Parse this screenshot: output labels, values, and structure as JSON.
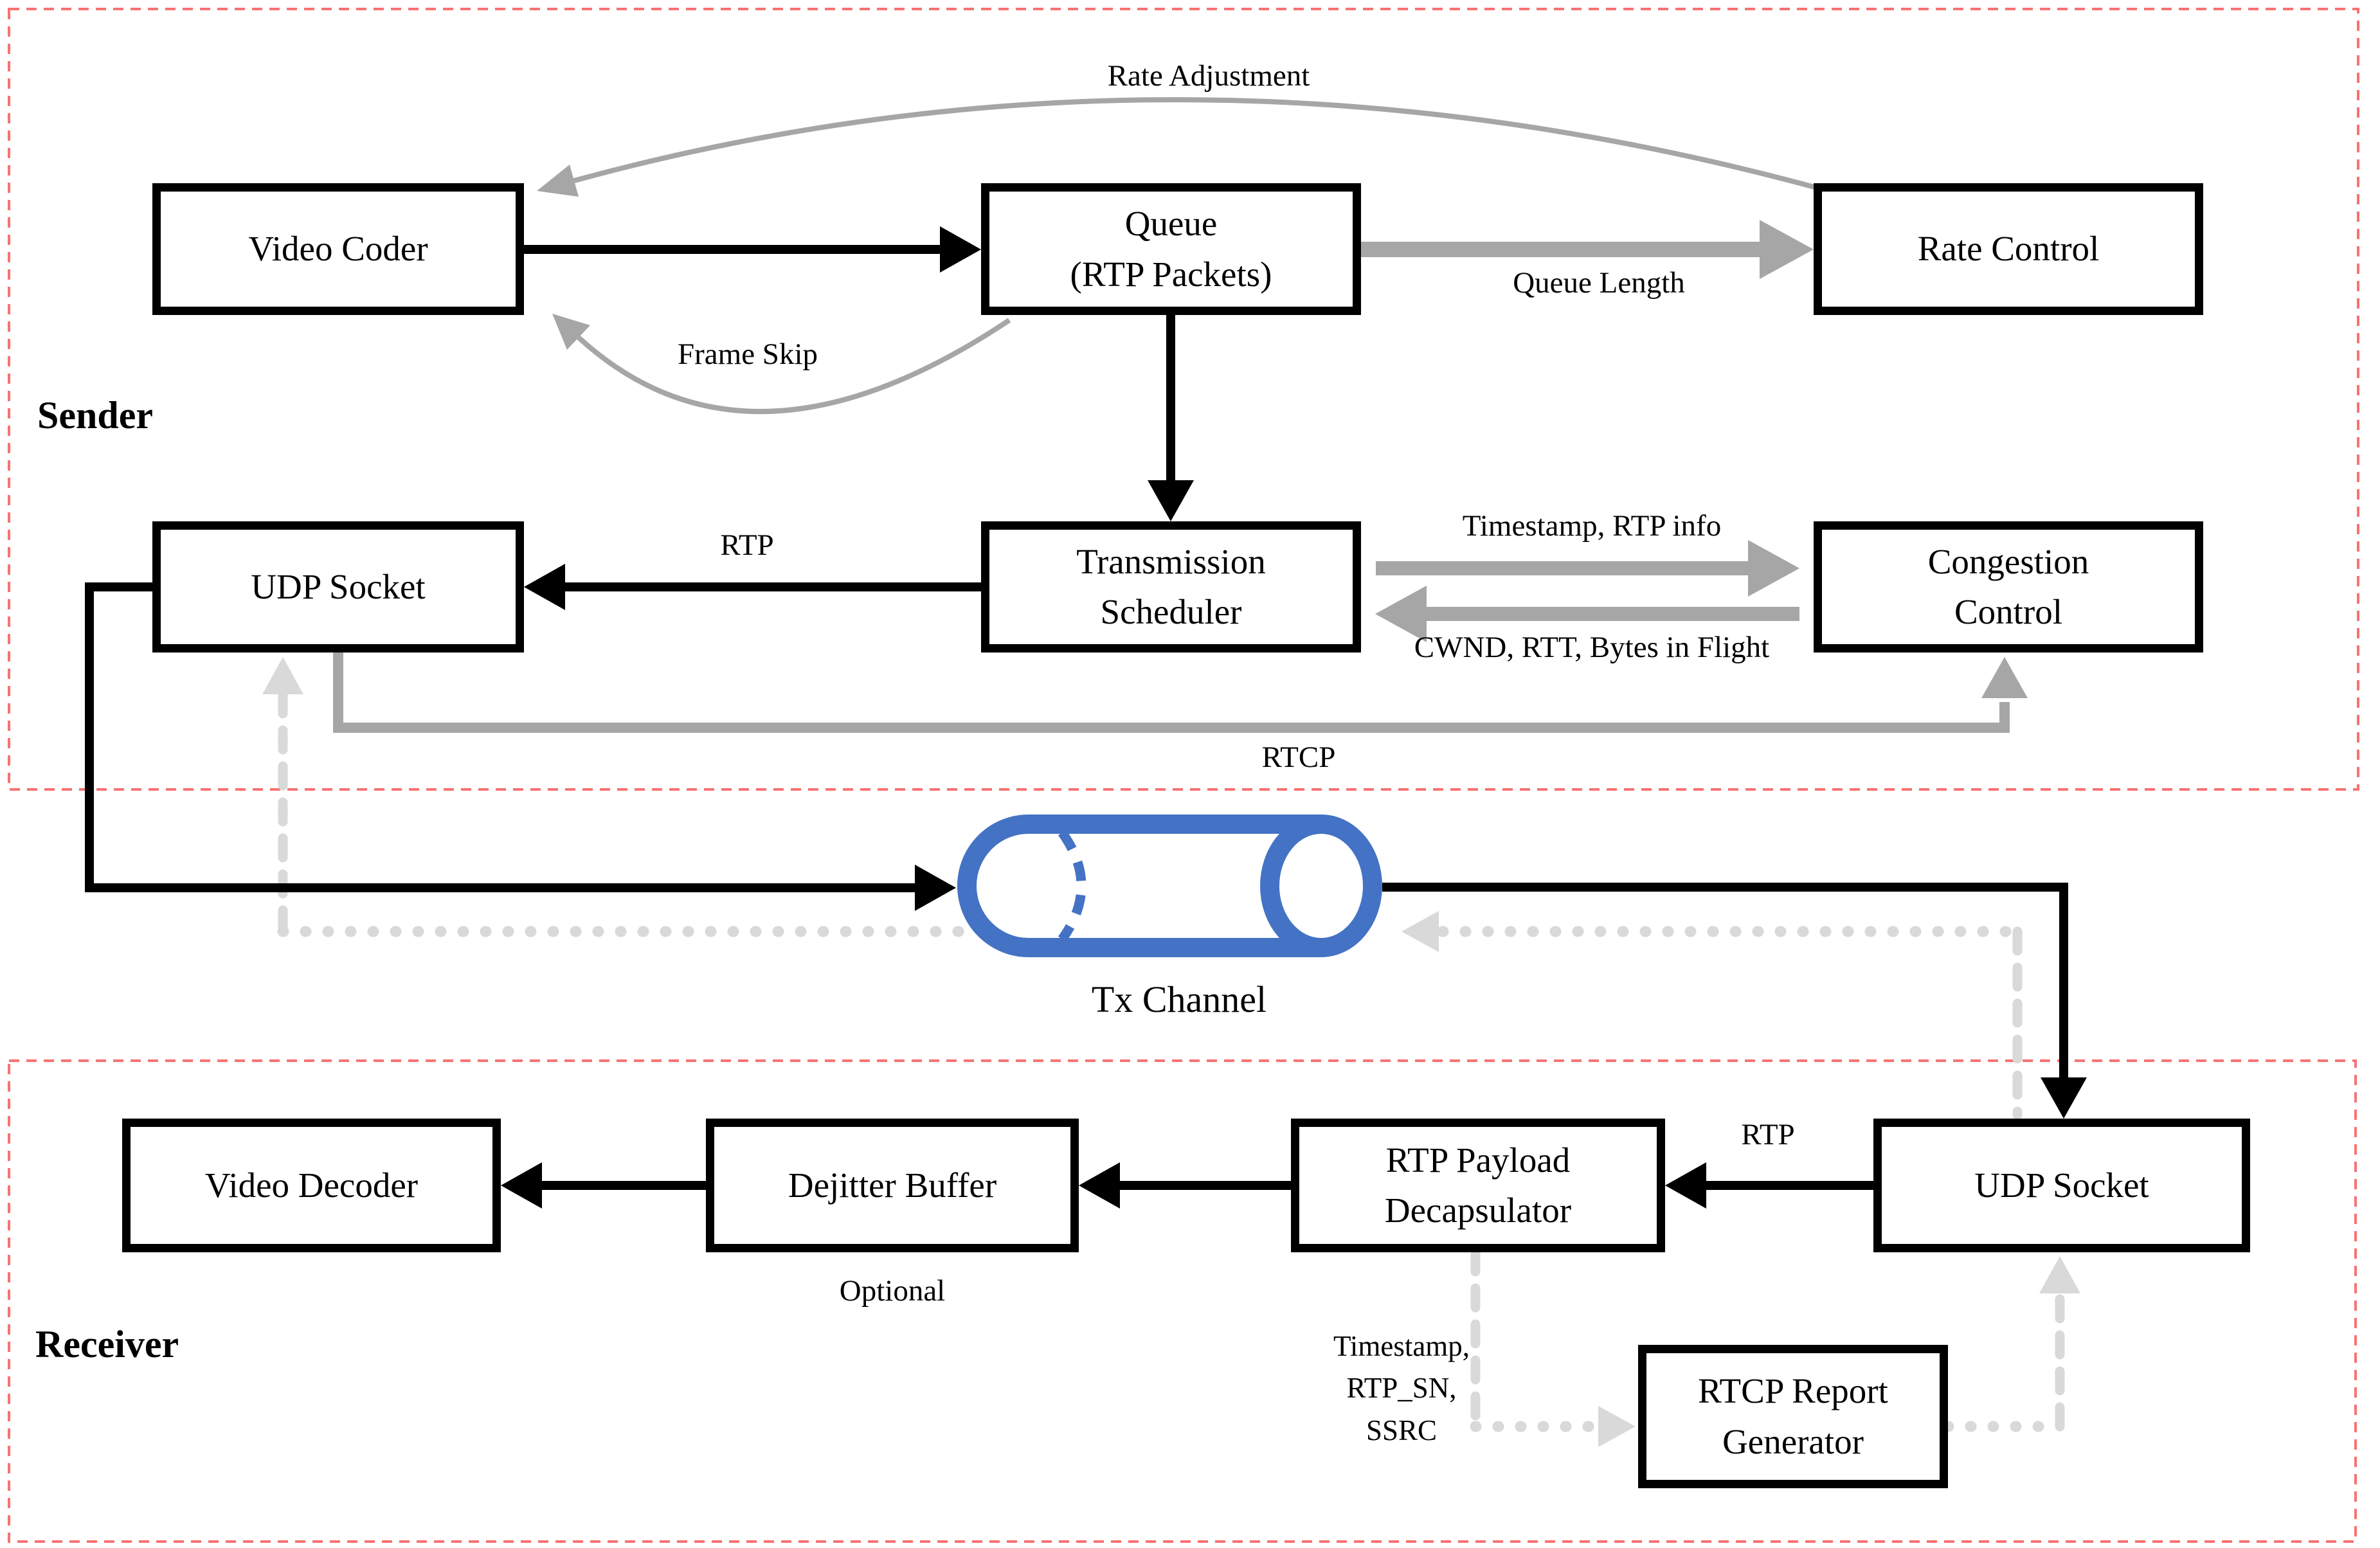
{
  "sender": {
    "section_label": "Sender",
    "boxes": {
      "video_coder": "Video Coder",
      "queue": "Queue\n(RTP Packets)",
      "rate_control": "Rate Control",
      "udp_socket": "UDP Socket",
      "transmission_scheduler": "Transmission\nScheduler",
      "congestion_control": "Congestion\nControl"
    },
    "labels": {
      "rate_adjustment": "Rate Adjustment",
      "frame_skip": "Frame Skip",
      "queue_length": "Queue Length",
      "rtp": "RTP",
      "timestamp_rtp_info": "Timestamp, RTP info",
      "cwnd_rtt_bytes": "CWND, RTT, Bytes in Flight",
      "rtcp": "RTCP"
    }
  },
  "channel": {
    "label": "Tx Channel"
  },
  "receiver": {
    "section_label": "Receiver",
    "boxes": {
      "video_decoder": "Video Decoder",
      "dejitter_buffer": "Dejitter Buffer",
      "rtp_payload_decapsulator": "RTP Payload\nDecapsulator",
      "udp_socket": "UDP Socket",
      "rtcp_report_generator": "RTCP Report\nGenerator"
    },
    "labels": {
      "optional": "Optional",
      "rtp": "RTP",
      "timestamp_block": "Timestamp,\nRTP_SN,\nSSRC"
    }
  },
  "colors": {
    "black": "#000000",
    "gray_arrow": "#a6a6a6",
    "light_dashed": "#d9d9d9",
    "red_border": "#f87272",
    "channel_blue": "#4472c4"
  }
}
